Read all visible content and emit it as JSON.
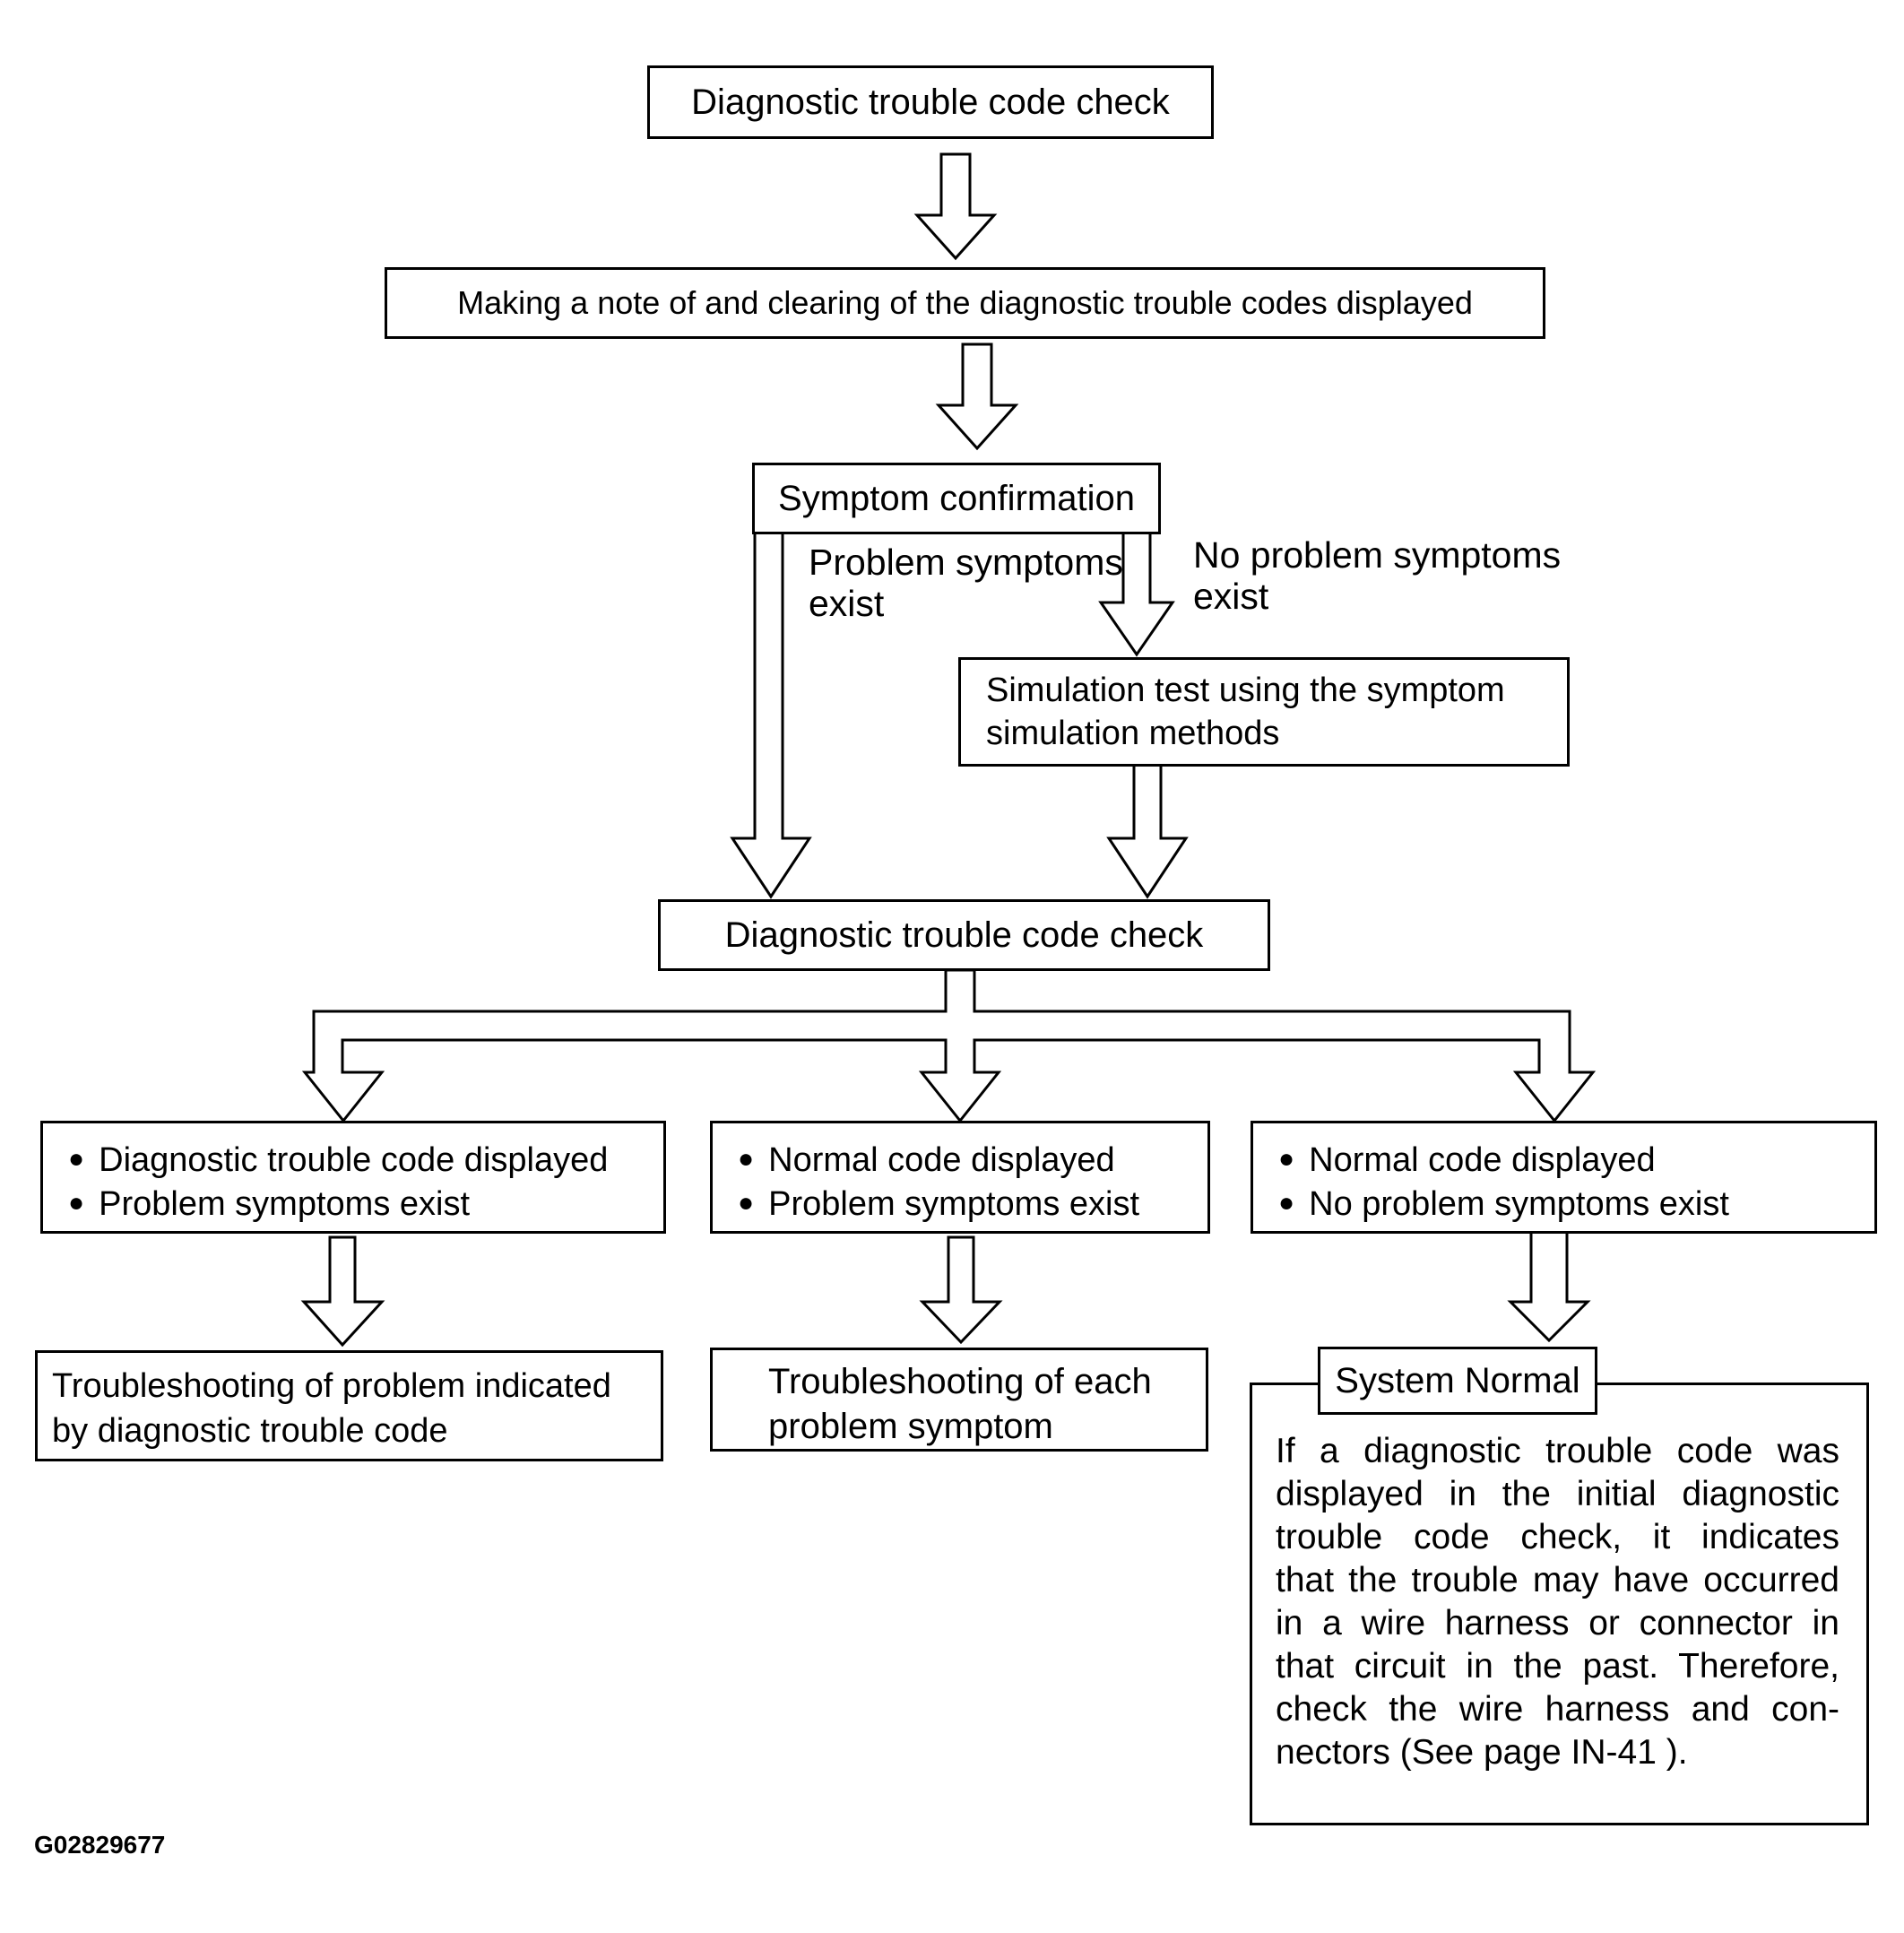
{
  "figure": {
    "id": "G02829677"
  },
  "palette": {
    "ink": "#000000",
    "paper": "#ffffff"
  },
  "ui": {
    "bullet_glyph": "●"
  },
  "flow": {
    "step1": {
      "label": "Diagnostic trouble code check"
    },
    "step2": {
      "label": "Making a note of and clearing of the diagnostic trouble codes displayed"
    },
    "step3": {
      "label": "Symptom confirmation"
    },
    "edges": {
      "problem": {
        "lines": [
          "Problem symptoms",
          "exist"
        ]
      },
      "no_problem": {
        "lines": [
          "No problem symptoms",
          "exist"
        ]
      }
    },
    "simulation": {
      "lines": [
        "Simulation test using the symptom",
        "simulation methods"
      ]
    },
    "step4": {
      "label": "Diagnostic trouble code check"
    },
    "outcomes": {
      "left": {
        "bullets": [
          "Diagnostic trouble code displayed",
          "Problem symptoms exist"
        ]
      },
      "middle": {
        "bullets": [
          "Normal code displayed",
          "Problem symptoms exist"
        ]
      },
      "right": {
        "bullets": [
          "Normal code displayed",
          "No problem symptoms exist"
        ]
      }
    },
    "results": {
      "left": {
        "lines": [
          "Troubleshooting of problem indicated",
          "by diagnostic trouble code"
        ]
      },
      "middle": {
        "lines": [
          "Troubleshooting of each",
          "problem symptom"
        ]
      },
      "right": {
        "title": "System Normal",
        "note_lines": [
          "If a diagnostic trouble code was",
          "displayed in the initial diagnostic",
          "trouble code check, it indicates",
          "that the trouble may have occurred",
          "in a wire harness or connector in",
          "that circuit in the past. Therefore,",
          "check the wire harness and con-",
          "nectors (See page IN-41 )."
        ]
      }
    }
  }
}
